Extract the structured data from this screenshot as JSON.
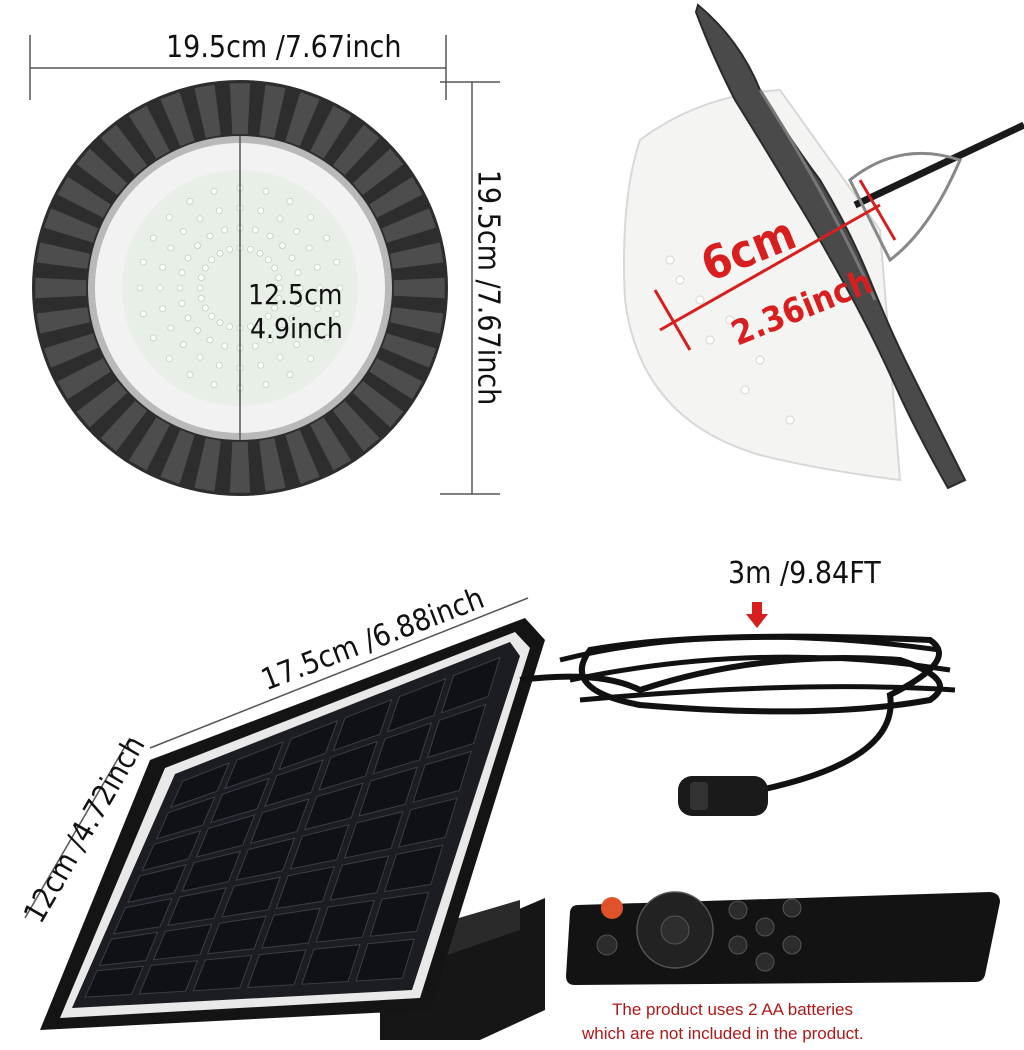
{
  "lamp_top": {
    "width_label": "19.5cm /7.67inch",
    "height_label": "19.5cm /7.67inch",
    "inner_cm": "12.5cm",
    "inner_inch": "4.9inch"
  },
  "lamp_side": {
    "height_cm": "6cm",
    "height_inch": "2.36inch"
  },
  "solar_panel": {
    "width_label": "17.5cm /6.88inch",
    "height_label": "12cm /4.72inch"
  },
  "cable": {
    "length_label": "3m /9.84FT"
  },
  "remote": {
    "note_line1": "The product uses 2 AA batteries",
    "note_line2": "which are not included in the product."
  },
  "colors": {
    "accent_red": "#d81e1e",
    "lamp_body": "#3a3a3a",
    "panel_cell": "#1a1c22"
  }
}
